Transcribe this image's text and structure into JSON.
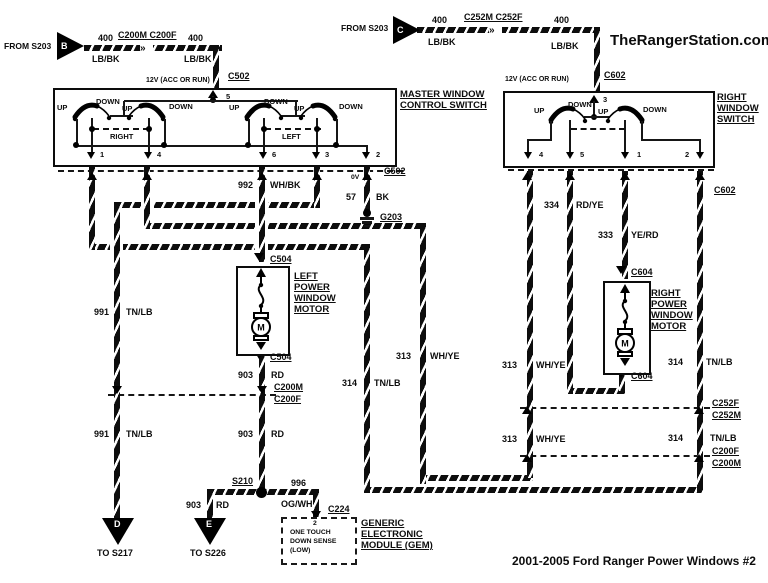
{
  "site_credit": "TheRangerStation.com",
  "diagram_title": "2001-2005 Ford Ranger Power Windows #2",
  "feed_left": {
    "from": "FROM S203",
    "tag": "B",
    "gauge_a": "400",
    "color_a": "LB/BK",
    "connector_pair": "C200M C200F",
    "gauge_b": "400",
    "color_b": "LB/BK",
    "voltage": "12V (ACC OR RUN)",
    "connector": "C502"
  },
  "feed_right": {
    "from": "FROM S203",
    "tag": "C",
    "gauge_a": "400",
    "color_a": "LB/BK",
    "connector_pair": "C252M C252F",
    "gauge_b": "400",
    "color_b": "LB/BK",
    "voltage": "12V (ACC OR RUN)",
    "connector": "C602"
  },
  "master_switch": {
    "title_line1": "MASTER WINDOW",
    "title_line2": "CONTROL SWITCH",
    "pin_top": "5",
    "pin_ground": "2",
    "right_group": {
      "up_a": "UP",
      "down_a": "DOWN",
      "up_b": "UP",
      "down_b": "DOWN",
      "label": "RIGHT",
      "pin_1": "1",
      "pin_2": "4"
    },
    "left_group": {
      "up_a": "UP",
      "down_a": "DOWN",
      "up_b": "UP",
      "down_b": "DOWN",
      "label": "LEFT",
      "pin_1": "6",
      "pin_2": "3"
    }
  },
  "right_switch": {
    "title_line1": "RIGHT",
    "title_line2": "WINDOW",
    "title_line3": "SWITCH",
    "pin_top": "3",
    "up_a": "UP",
    "down_a": "DOWN",
    "up_b": "UP",
    "down_b": "DOWN",
    "pin_1": "4",
    "pin_2": "5",
    "pin_3": "1",
    "pin_4": "2"
  },
  "left_motor": {
    "line1": "LEFT",
    "line2": "POWER",
    "line3": "WINDOW",
    "line4": "MOTOR",
    "symbol": "M",
    "connector_top": "C504",
    "connector_bottom": "C504"
  },
  "right_motor": {
    "line1": "RIGHT",
    "line2": "POWER",
    "line3": "WINDOW",
    "line4": "MOTOR",
    "symbol": "M",
    "connector_top": "C604",
    "connector_bottom": "C604"
  },
  "wire_labels": {
    "w992": {
      "num": "992",
      "color": "WH/BK"
    },
    "w57": {
      "num": "57",
      "color": "BK"
    },
    "w991_upper": {
      "num": "991",
      "color": "TN/LB"
    },
    "w991_lower": {
      "num": "991",
      "color": "TN/LB"
    },
    "w903_upper": {
      "num": "903",
      "color": "RD"
    },
    "w903_lower": {
      "num": "903",
      "color": "RD"
    },
    "w903_splice": {
      "num": "903",
      "color": "RD"
    },
    "w313_left": {
      "num": "313",
      "color": "WH/YE"
    },
    "w313_mid": {
      "num": "313",
      "color": "WH/YE"
    },
    "w313_lower": {
      "num": "313",
      "color": "WH/YE"
    },
    "w314_left": {
      "num": "314",
      "color": "TN/LB"
    },
    "w314_right": {
      "num": "314",
      "color": "TN/LB"
    },
    "w314_lower": {
      "num": "314",
      "color": "TN/LB"
    },
    "w334": {
      "num": "334",
      "color": "RD/YE"
    },
    "w333": {
      "num": "333",
      "color": "YE/RD"
    },
    "w996": {
      "num": "996",
      "color": "OG/WH"
    }
  },
  "connectors": {
    "c502_bottom": "C502",
    "c502_zero_volt": "0V",
    "c602_side": "C602",
    "c200m_left": "C200M",
    "c200f_left": "C200F",
    "c252f": "C252F",
    "c252m": "C252M",
    "c200f_right": "C200F",
    "c200m_right": "C200M",
    "c224": "C224",
    "ground": "G203",
    "splice": "S210"
  },
  "gem": {
    "pin": "2",
    "line1": "ONE TOUCH",
    "line2": "DOWN SENSE",
    "line3": "(LOW)",
    "name_line1": "GENERIC",
    "name_line2": "ELECTRONIC",
    "name_line3": "MODULE (GEM)"
  },
  "terminators": {
    "d_tag": "D",
    "d_dest": "TO S217",
    "e_tag": "E",
    "e_dest": "TO S226"
  }
}
